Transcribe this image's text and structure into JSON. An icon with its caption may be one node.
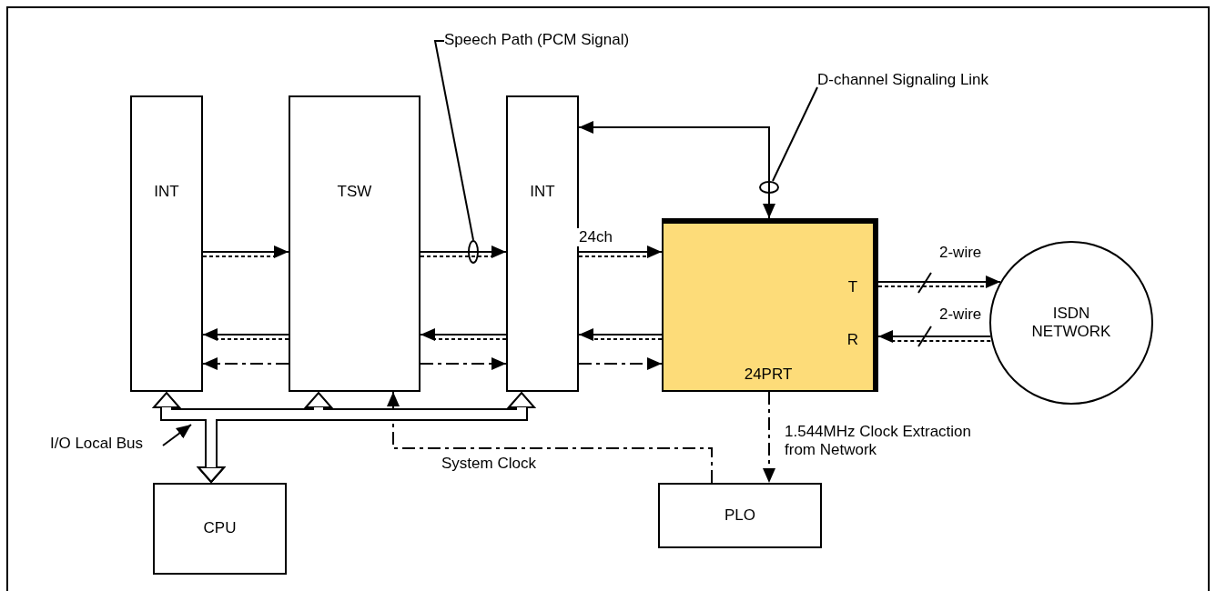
{
  "diagram": {
    "nodes": [
      {
        "text": [
          "INT"
        ]
      },
      {
        "text": [
          "TSW"
        ]
      },
      {
        "text": [
          "INT"
        ]
      },
      {
        "text": [
          "T",
          "R",
          "24PRT"
        ]
      },
      {
        "text": [
          "ISDN NETWORK"
        ]
      },
      {
        "text": [
          "CPU"
        ]
      },
      {
        "text": [
          "PLO"
        ]
      },
      {
        "text": [
          "Speech Path (PCM Signal)"
        ]
      },
      {
        "text": [
          "D-channel Signaling Link"
        ]
      },
      {
        "text": [
          "I/O Local Bus"
        ]
      },
      {
        "text": [],
        "shape": "circle"
      },
      {
        "text": [],
        "shape": "circle"
      }
    ],
    "edges": [
      {
        "from": 0,
        "to": 1,
        "arrow": "to"
      },
      {
        "from": 1,
        "to": 2,
        "arrow": "to"
      },
      {
        "from": 2,
        "to": 3,
        "arrow": "to",
        "label": "24ch"
      },
      {
        "from": 1,
        "to": 0,
        "arrow": "to"
      },
      {
        "from": 2,
        "to": 1,
        "arrow": "to"
      },
      {
        "from": 3,
        "to": 2,
        "arrow": "to"
      },
      {
        "from": 1,
        "to": 0,
        "arrow": "to",
        "style": "dashed"
      },
      {
        "from": 1,
        "to": 2,
        "arrow": "to",
        "style": "dashed"
      },
      {
        "from": 2,
        "to": 3,
        "arrow": "to",
        "style": "dashed"
      },
      {
        "from": 3,
        "to": 4,
        "arrow": "to",
        "label": "2-wire"
      },
      {
        "from": 4,
        "to": 3,
        "arrow": "to",
        "label": "2-wire"
      },
      {
        "from": 3,
        "to": 2,
        "arrow": "both"
      },
      {
        "from": 3,
        "to": 6,
        "arrow": "to",
        "style": "dashed",
        "label": "1.544MHz Clock Extraction from Network"
      },
      {
        "from": 6,
        "to": 1,
        "arrow": "to",
        "style": "dashed",
        "label": "System Clock"
      },
      {
        "from": 5,
        "to": 0,
        "arrow": "both",
        "style": "thick"
      },
      {
        "from": 5,
        "to": 1,
        "arrow": "both",
        "style": "thick"
      },
      {
        "from": 5,
        "to": 2,
        "arrow": "both",
        "style": "thick"
      },
      {
        "from": 7,
        "to": 10,
        "arrow": "none"
      },
      {
        "from": 8,
        "to": 11,
        "arrow": "none"
      },
      {
        "from": 9,
        "to": null,
        "arrow": "to"
      }
    ]
  }
}
